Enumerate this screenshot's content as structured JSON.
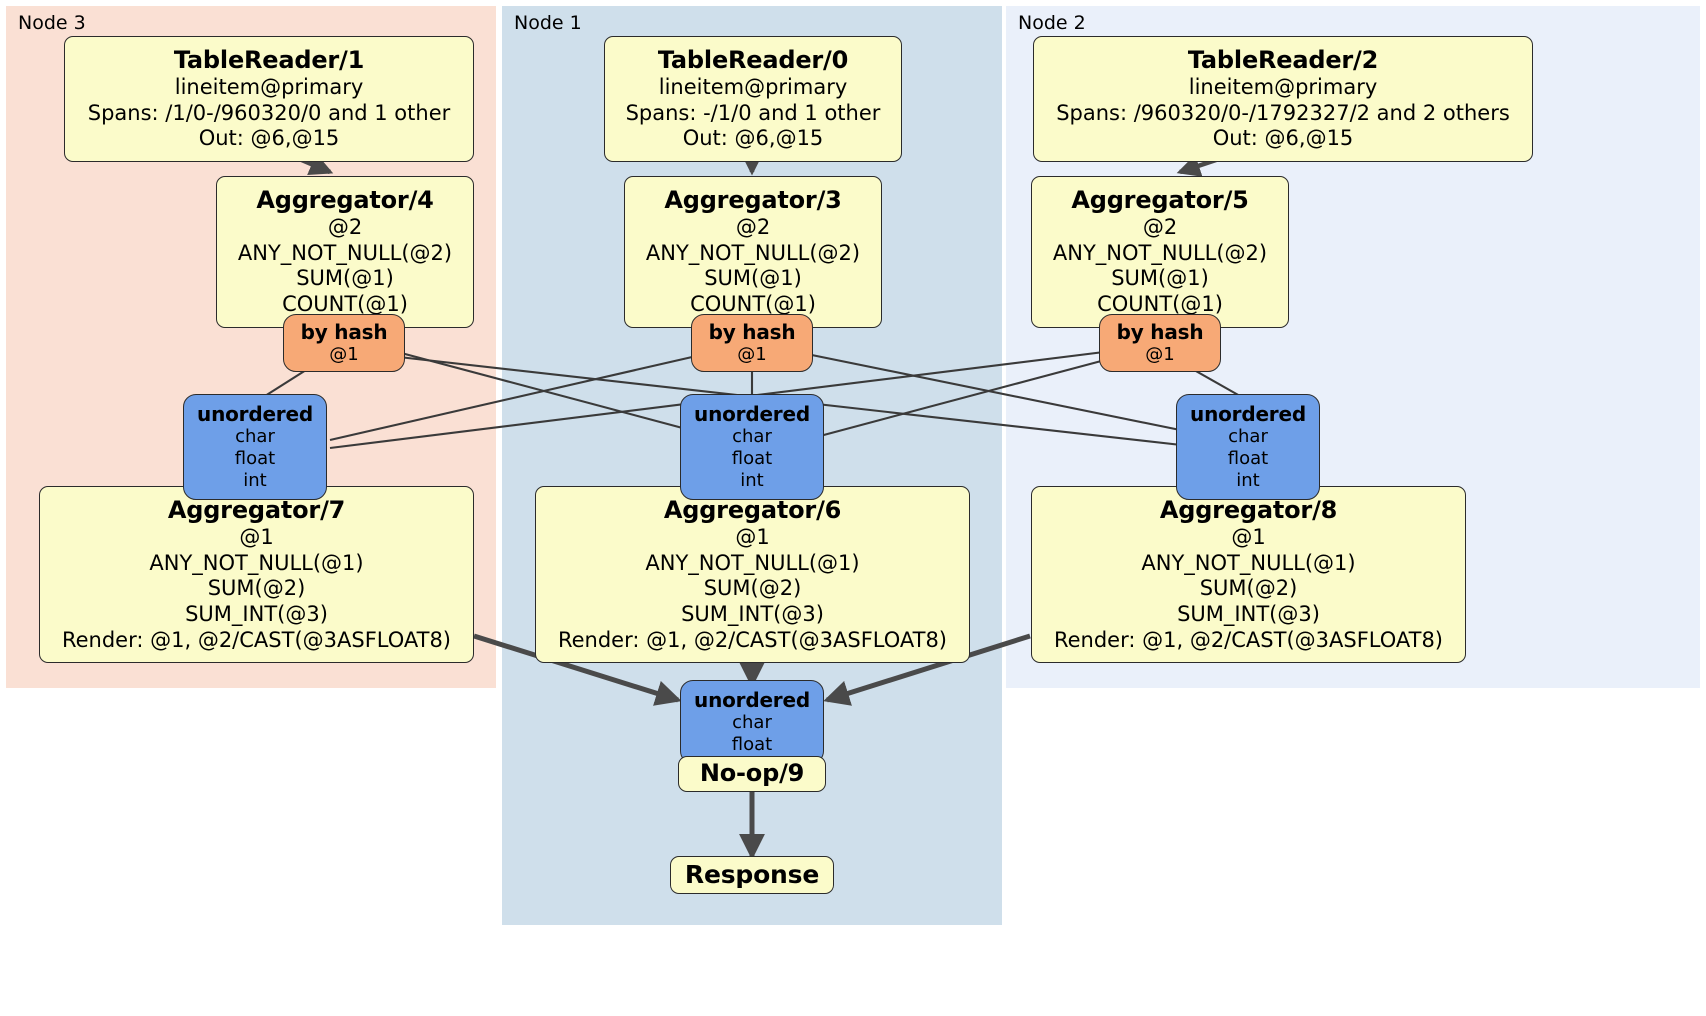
{
  "diagram": {
    "type": "distributed-query-execution-plan",
    "colors": {
      "node3_panel": "#fae0d4",
      "node1_panel": "#cfdfeb",
      "node2_panel": "#eaf0fa",
      "processor_box": "#fbfbca",
      "hash_router": "#f7a976",
      "unordered_router": "#6e9fe8",
      "edge": "#4a4a4a",
      "border": "#2b2b2b"
    }
  },
  "panels": [
    {
      "id": "node3",
      "label": "Node 3"
    },
    {
      "id": "node1",
      "label": "Node 1"
    },
    {
      "id": "node2",
      "label": "Node 2"
    }
  ],
  "nodes": {
    "table_reader_1": {
      "title": "TableReader/1",
      "lines": [
        "lineitem@primary",
        "Spans: /1/0-/960320/0 and 1 other",
        "Out: @6,@15"
      ]
    },
    "table_reader_0": {
      "title": "TableReader/0",
      "lines": [
        "lineitem@primary",
        "Spans: -/1/0 and 1 other",
        "Out: @6,@15"
      ]
    },
    "table_reader_2": {
      "title": "TableReader/2",
      "lines": [
        "lineitem@primary",
        "Spans: /960320/0-/1792327/2 and 2 others",
        "Out: @6,@15"
      ]
    },
    "aggregator_4": {
      "title": "Aggregator/4",
      "lines": [
        "@2",
        "ANY_NOT_NULL(@2)",
        "SUM(@1)",
        "COUNT(@1)"
      ]
    },
    "aggregator_3": {
      "title": "Aggregator/3",
      "lines": [
        "@2",
        "ANY_NOT_NULL(@2)",
        "SUM(@1)",
        "COUNT(@1)"
      ]
    },
    "aggregator_5": {
      "title": "Aggregator/5",
      "lines": [
        "@2",
        "ANY_NOT_NULL(@2)",
        "SUM(@1)",
        "COUNT(@1)"
      ]
    },
    "hash_router_left": {
      "title": "by hash",
      "lines": [
        "@1"
      ]
    },
    "hash_router_center": {
      "title": "by hash",
      "lines": [
        "@1"
      ]
    },
    "hash_router_right": {
      "title": "by hash",
      "lines": [
        "@1"
      ]
    },
    "unordered_left": {
      "title": "unordered",
      "lines": [
        "char",
        "float",
        "int"
      ]
    },
    "unordered_center": {
      "title": "unordered",
      "lines": [
        "char",
        "float",
        "int"
      ]
    },
    "unordered_right": {
      "title": "unordered",
      "lines": [
        "char",
        "float",
        "int"
      ]
    },
    "aggregator_7": {
      "title": "Aggregator/7",
      "lines": [
        "@1",
        "ANY_NOT_NULL(@1)",
        "SUM(@2)",
        "SUM_INT(@3)",
        "Render: @1, @2/CAST(@3ASFLOAT8)"
      ]
    },
    "aggregator_6": {
      "title": "Aggregator/6",
      "lines": [
        "@1",
        "ANY_NOT_NULL(@1)",
        "SUM(@2)",
        "SUM_INT(@3)",
        "Render: @1, @2/CAST(@3ASFLOAT8)"
      ]
    },
    "aggregator_8": {
      "title": "Aggregator/8",
      "lines": [
        "@1",
        "ANY_NOT_NULL(@1)",
        "SUM(@2)",
        "SUM_INT(@3)",
        "Render: @1, @2/CAST(@3ASFLOAT8)"
      ]
    },
    "unordered_final": {
      "title": "unordered",
      "lines": [
        "char",
        "float"
      ]
    },
    "no_op_9": {
      "title": "No-op/9",
      "lines": []
    },
    "response": {
      "title": "Response",
      "lines": []
    }
  }
}
